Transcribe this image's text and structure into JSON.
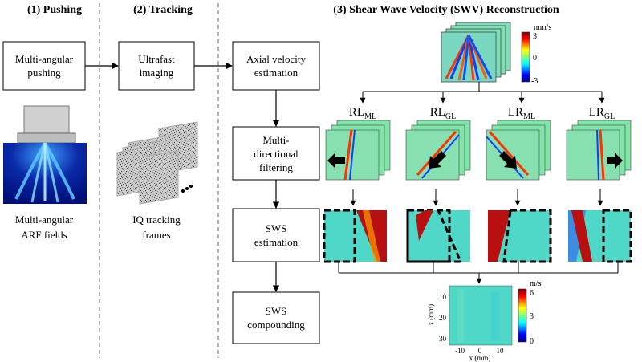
{
  "sections": {
    "pushing": "(1) Pushing",
    "tracking": "(2) Tracking",
    "reconstruction": "(3) Shear Wave Velocity (SWV) Reconstruction"
  },
  "boxes": {
    "multi_angular_pushing": [
      "Multi-angular",
      "pushing"
    ],
    "ultrafast_imaging": [
      "Ultrafast",
      "imaging"
    ],
    "axial_velocity": [
      "Axial velocity",
      "estimation"
    ],
    "filtering": [
      "Multi-",
      "directional",
      "filtering"
    ],
    "sws_estimation": [
      "SWS",
      "estimation"
    ],
    "sws_compounding": [
      "SWS",
      "compounding"
    ]
  },
  "captions": {
    "arf_fields": [
      "Multi-angular",
      "ARF fields"
    ],
    "iq_frames": [
      "IQ tracking",
      "frames"
    ]
  },
  "filters": [
    {
      "base": "RL",
      "sub": "ML"
    },
    {
      "base": "RL",
      "sub": "GL"
    },
    {
      "base": "LR",
      "sub": "ML"
    },
    {
      "base": "LR",
      "sub": "GL"
    }
  ],
  "velocity_colorbar": {
    "unit": "mm/s",
    "max": "3",
    "mid": "0",
    "min": "-3"
  },
  "sws_colorbar": {
    "unit": "m/s",
    "max": "6",
    "mid": "3",
    "min": "0"
  },
  "sws_map": {
    "ylabel": "z (mm)",
    "xlabel": "x (mm)",
    "yticks": [
      "10",
      "20",
      "30"
    ],
    "xticks": [
      "-10",
      "0",
      "10"
    ]
  },
  "colors": {
    "jet": [
      "#00007f",
      "#0000ff",
      "#00ffff",
      "#7fff7f",
      "#ffff00",
      "#ff0000",
      "#7f0000"
    ],
    "field_cyan": "#5fe0c8",
    "dashed_line": "#666666"
  }
}
